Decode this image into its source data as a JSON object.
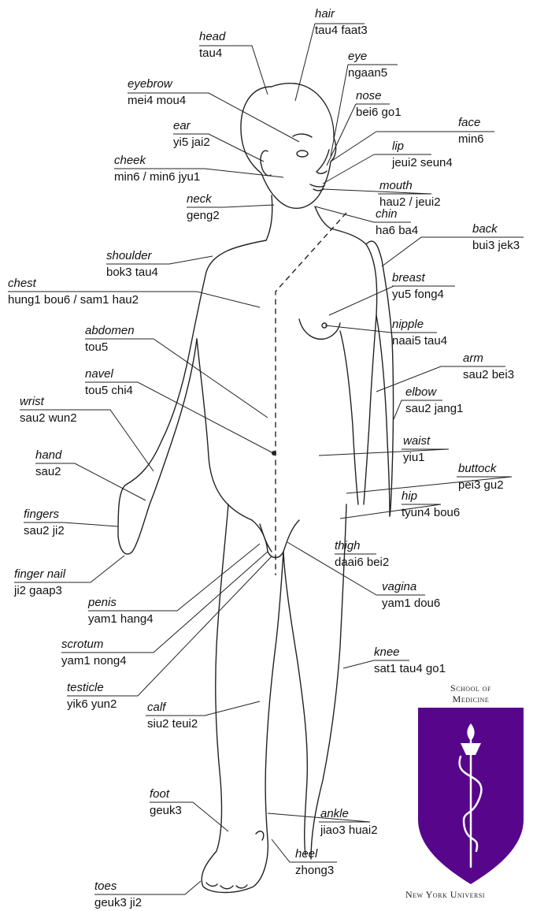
{
  "labels": [
    {
      "id": "hair",
      "en": "hair",
      "ca": "tau4 faat3"
    },
    {
      "id": "head",
      "en": "head",
      "ca": "tau4"
    },
    {
      "id": "eye",
      "en": "eye",
      "ca": "ngaan5"
    },
    {
      "id": "eyebrow",
      "en": "eyebrow",
      "ca": "mei4 mou4"
    },
    {
      "id": "nose",
      "en": "nose",
      "ca": "bei6 go1"
    },
    {
      "id": "ear",
      "en": "ear",
      "ca": "yi5 jai2"
    },
    {
      "id": "face",
      "en": "face",
      "ca": "min6"
    },
    {
      "id": "lip",
      "en": "lip",
      "ca": "jeui2 seun4"
    },
    {
      "id": "cheek",
      "en": "cheek",
      "ca": "min6 / min6 jyu1"
    },
    {
      "id": "mouth",
      "en": "mouth",
      "ca": "hau2 / jeui2"
    },
    {
      "id": "neck",
      "en": "neck",
      "ca": "geng2"
    },
    {
      "id": "chin",
      "en": "chin",
      "ca": "ha6 ba4"
    },
    {
      "id": "back",
      "en": "back",
      "ca": "bui3 jek3"
    },
    {
      "id": "shoulder",
      "en": "shoulder",
      "ca": "bok3 tau4"
    },
    {
      "id": "breast",
      "en": "breast",
      "ca": "yu5 fong4"
    },
    {
      "id": "chest",
      "en": "chest",
      "ca": "hung1 bou6 / sam1 hau2"
    },
    {
      "id": "nipple",
      "en": "nipple",
      "ca": "naai5 tau4"
    },
    {
      "id": "abdomen",
      "en": "abdomen",
      "ca": "tou5"
    },
    {
      "id": "arm",
      "en": "arm",
      "ca": "sau2 bei3"
    },
    {
      "id": "navel",
      "en": "navel",
      "ca": "tou5 chi4"
    },
    {
      "id": "elbow",
      "en": "elbow",
      "ca": "sau2 jang1"
    },
    {
      "id": "wrist",
      "en": "wrist",
      "ca": "sau2 wun2"
    },
    {
      "id": "waist",
      "en": "waist",
      "ca": "yiu1"
    },
    {
      "id": "hand",
      "en": "hand",
      "ca": "sau2"
    },
    {
      "id": "buttock",
      "en": "buttock",
      "ca": "pei3 gu2"
    },
    {
      "id": "hip",
      "en": "hip",
      "ca": "tyun4 bou6"
    },
    {
      "id": "fingers",
      "en": "fingers",
      "ca": "sau2 ji2"
    },
    {
      "id": "thigh",
      "en": "thigh",
      "ca": "daai6 bei2"
    },
    {
      "id": "finger_nail",
      "en": "finger nail",
      "ca": "ji2 gaap3"
    },
    {
      "id": "vagina",
      "en": "vagina",
      "ca": "yam1 dou6"
    },
    {
      "id": "penis",
      "en": "penis",
      "ca": "yam1 hang4"
    },
    {
      "id": "scrotum",
      "en": "scrotum",
      "ca": "yam1 nong4"
    },
    {
      "id": "knee",
      "en": "knee",
      "ca": "sat1 tau4 go1"
    },
    {
      "id": "testicle",
      "en": "testicle",
      "ca": "yik6 yun2"
    },
    {
      "id": "calf",
      "en": "calf",
      "ca": "siu2 teui2"
    },
    {
      "id": "foot",
      "en": "foot",
      "ca": "geuk3"
    },
    {
      "id": "ankle",
      "en": "ankle",
      "ca": "jiao3 huai2"
    },
    {
      "id": "heel",
      "en": "heel",
      "ca": "zhong3"
    },
    {
      "id": "toes",
      "en": "toes",
      "ca": "geuk3 ji2"
    }
  ],
  "logo": {
    "line1": "School of",
    "line2": "Medicine",
    "bottom": "New York Universi",
    "shield_color": "#57068c"
  }
}
